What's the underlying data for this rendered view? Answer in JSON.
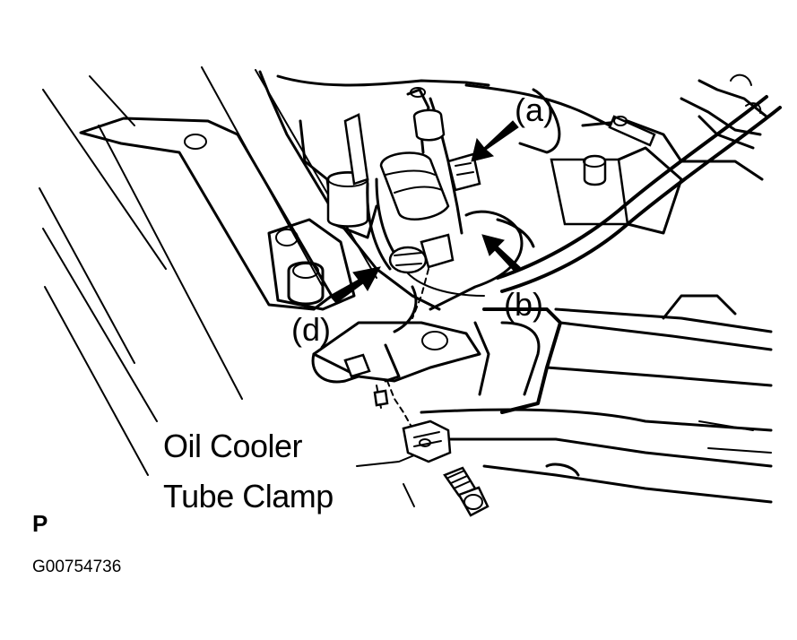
{
  "callouts": {
    "a": "(a)",
    "b": "(b)",
    "d": "(d)"
  },
  "part_label": {
    "line1": "Oil Cooler",
    "line2": "Tube Clamp"
  },
  "corner_mark": "P",
  "figure_id": "G00754736",
  "icons": {
    "arrow": "arrow-icon",
    "bolt": "bolt-icon",
    "clamp": "clamp-icon"
  }
}
